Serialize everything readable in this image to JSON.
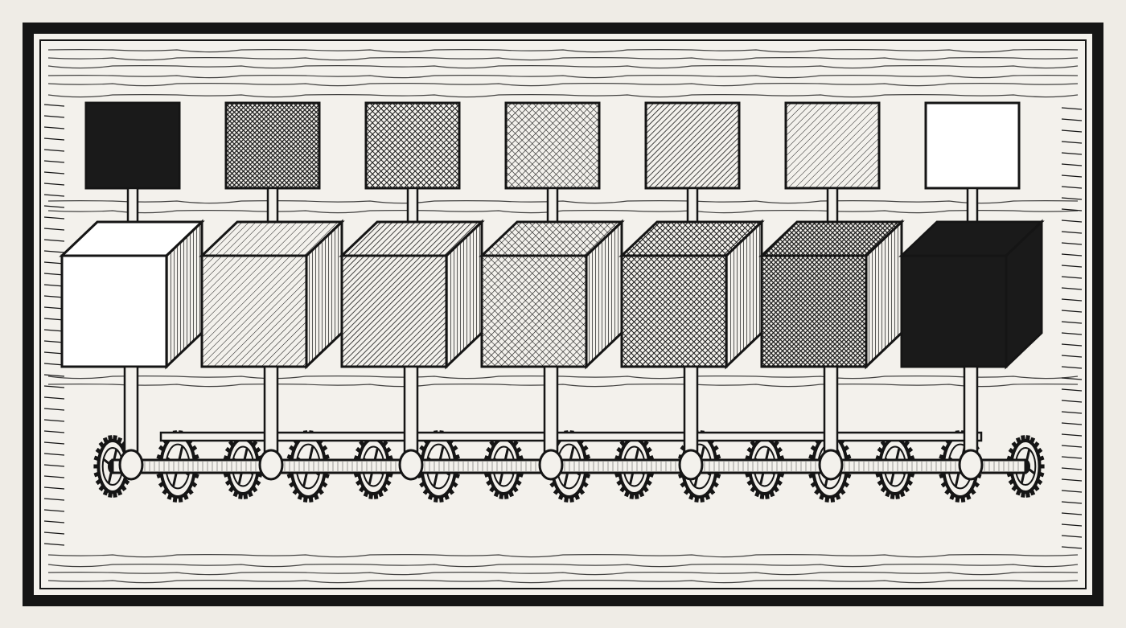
{
  "illustration": {
    "style": "woodcut engraving",
    "colors": {
      "paper": "#efece6",
      "panel": "#f3f1ec",
      "ink": "#151515"
    },
    "units": [
      {
        "square_tone": 0.9,
        "cube_tone": 0.0
      },
      {
        "square_tone": 0.8,
        "cube_tone": 0.2
      },
      {
        "square_tone": 0.6,
        "cube_tone": 0.35
      },
      {
        "square_tone": 0.45,
        "cube_tone": 0.5
      },
      {
        "square_tone": 0.3,
        "cube_tone": 0.65
      },
      {
        "square_tone": 0.15,
        "cube_tone": 0.8
      },
      {
        "square_tone": 0.0,
        "cube_tone": 0.95
      }
    ],
    "gears": [
      {
        "r": 32
      },
      {
        "r": 38
      },
      {
        "r": 34
      },
      {
        "r": 38
      },
      {
        "r": 34
      },
      {
        "r": 38
      },
      {
        "r": 34
      },
      {
        "r": 38
      },
      {
        "r": 34
      },
      {
        "r": 38
      },
      {
        "r": 34
      },
      {
        "r": 38
      },
      {
        "r": 34
      },
      {
        "r": 38
      },
      {
        "r": 32
      }
    ]
  }
}
